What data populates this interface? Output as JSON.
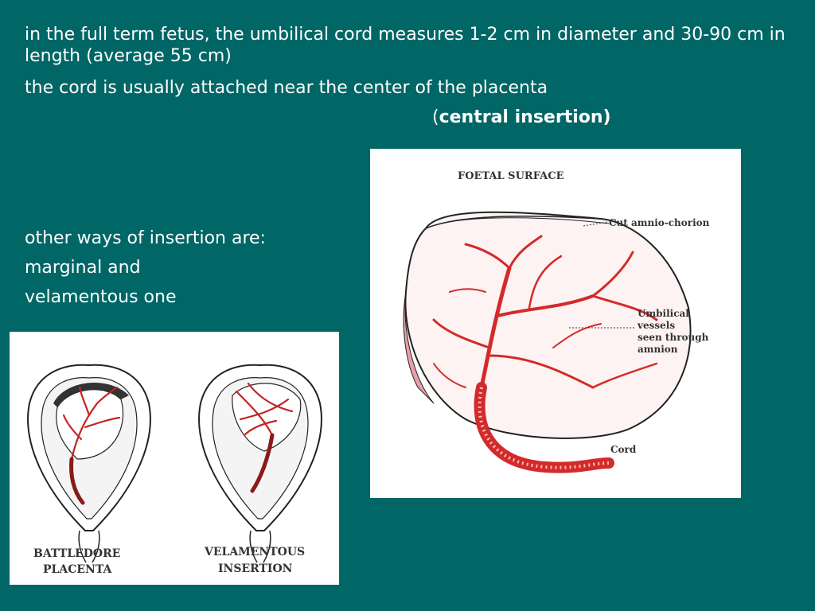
{
  "slide": {
    "bullet_1": "in the full term fetus, the umbilical cord measures 1-2 cm in diameter and 30-90 cm in length (average 55 cm)",
    "bullet_2": "the cord is usually attached near the center of the placenta",
    "central_open": "(",
    "central_label": "central insertion)",
    "bullet_3": "other ways of insertion are:",
    "bullet_4": "marginal and",
    "bullet_5": "velamentous one"
  },
  "figure_right": {
    "title": "FOETAL SURFACE",
    "label_amnio": "Cut amnio-chorion",
    "label_vessels_1": "Umbilical",
    "label_vessels_2": "vessels",
    "label_vessels_3": "seen through",
    "label_vessels_4": "amnion",
    "label_cord": "Cord"
  },
  "figure_left": {
    "battledore_1": "BATTLEDORE",
    "battledore_2": "PLACENTA",
    "velamentous_1": "VELAMENTOUS",
    "velamentous_2": "INSERTION"
  },
  "colors": {
    "background": "#006666",
    "vessel_red": "#d42a2a",
    "text": "#ffffff"
  }
}
